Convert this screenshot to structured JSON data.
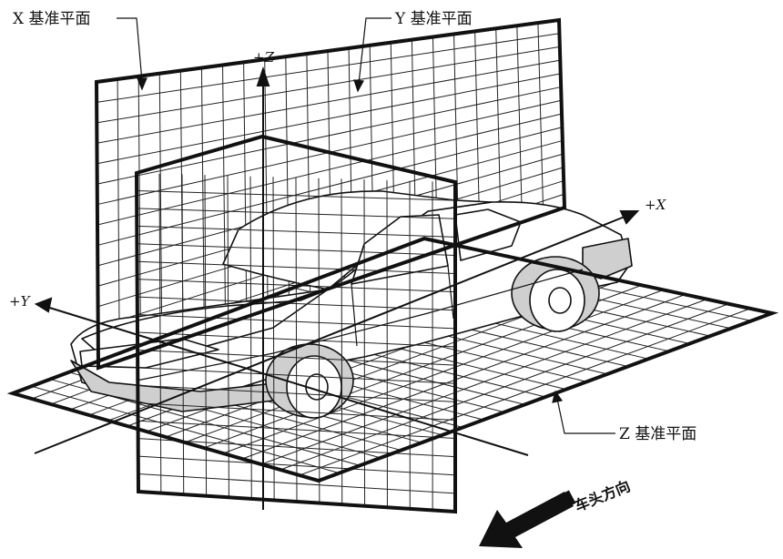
{
  "labels": {
    "x_plane": "X 基准平面",
    "y_plane": "Y 基准平面",
    "z_plane": "Z 基准平面",
    "axis_pz": "+Z",
    "axis_px": "+X",
    "axis_py": "+Y",
    "heading": "车头方向"
  },
  "colors": {
    "ink": "#111111",
    "background": "#ffffff"
  }
}
